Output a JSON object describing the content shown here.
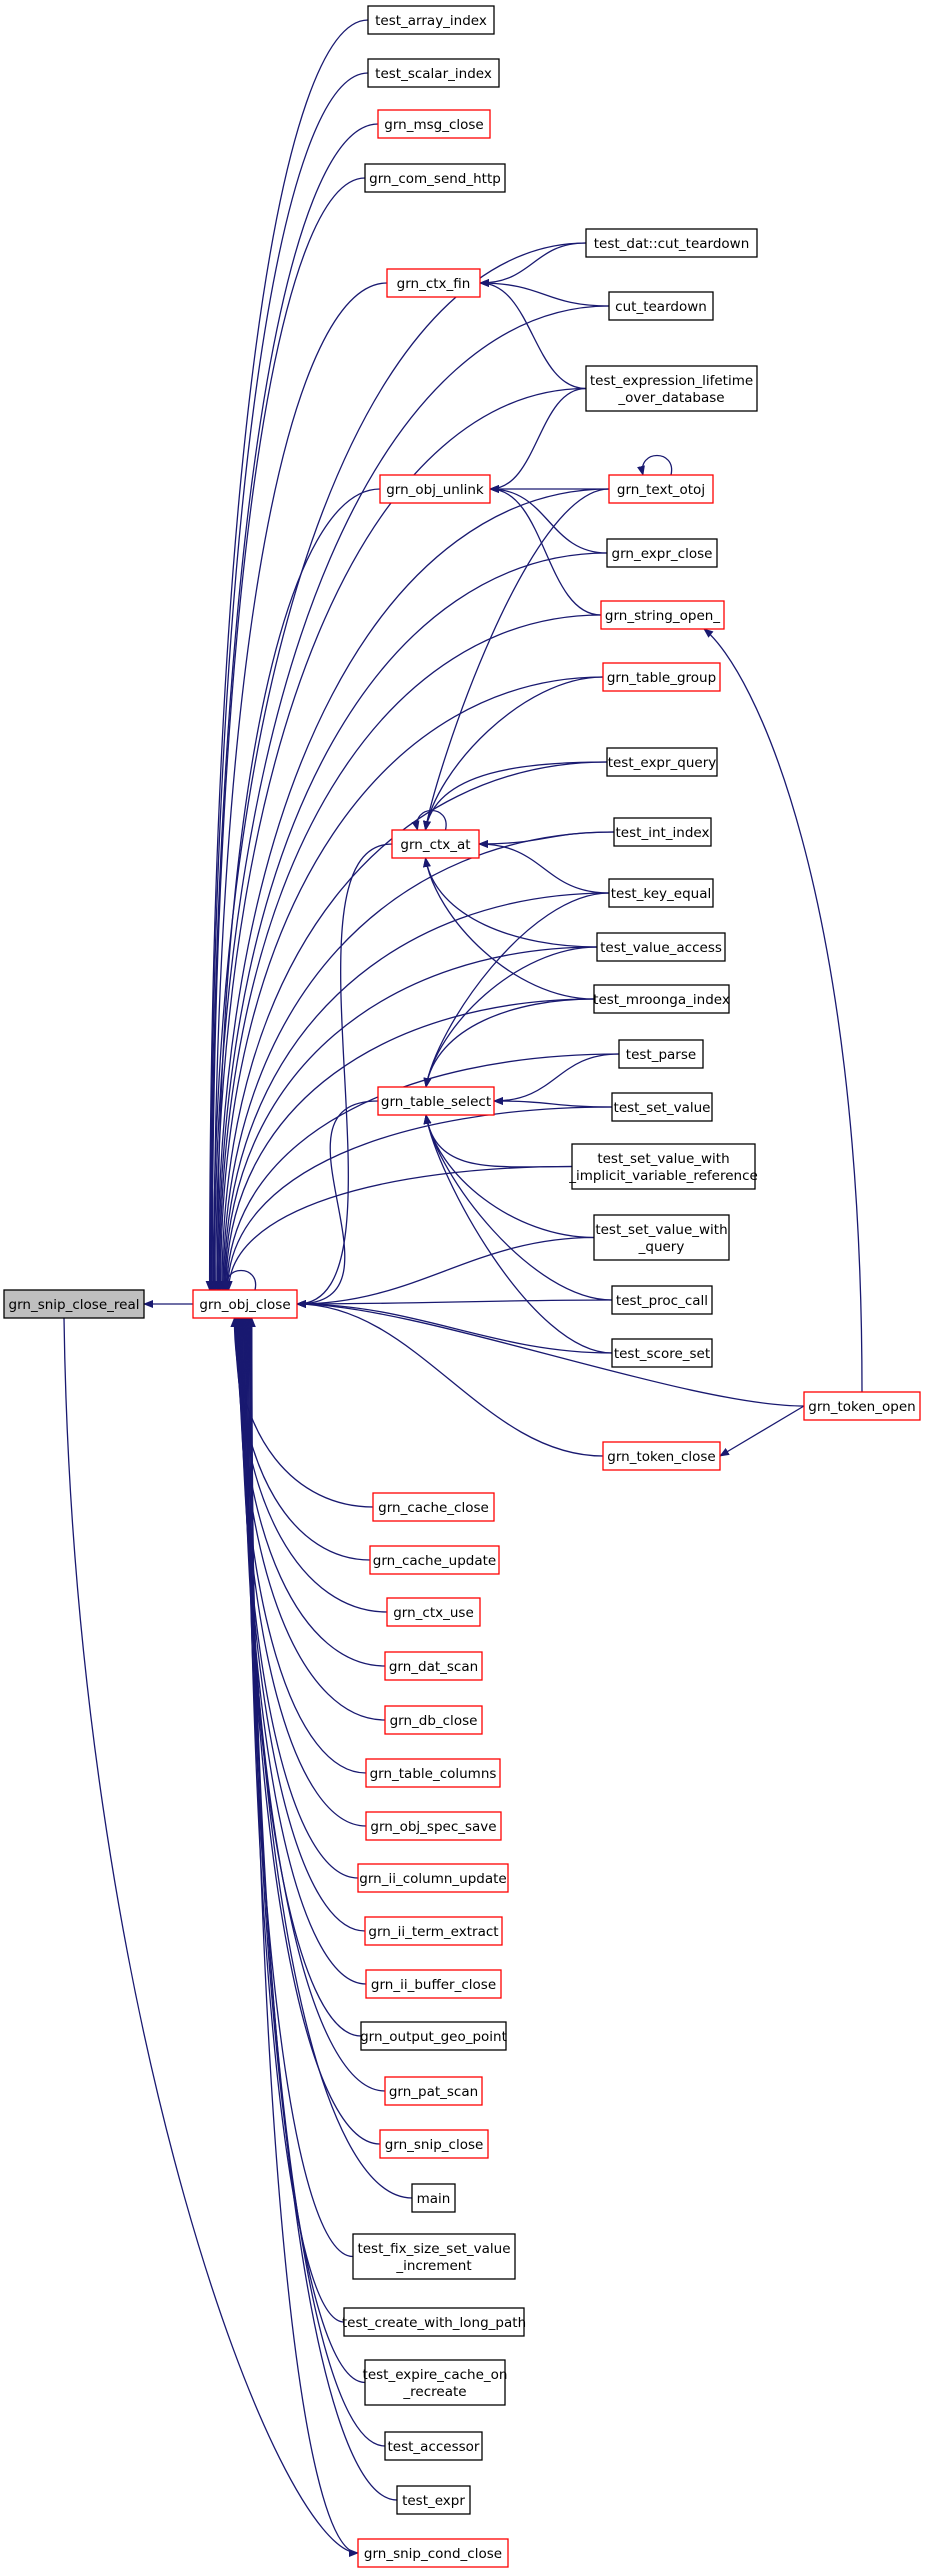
{
  "diagram": {
    "edge_color": "#191970",
    "node_border_colors": {
      "documented": "#000000",
      "linked": "#ff0000",
      "focus": "#000000"
    },
    "focus_fill": "#bfbfbf",
    "nodes": {
      "grn_snip_close_real": {
        "lines": [
          "grn_snip_close_real"
        ],
        "style": "gray"
      },
      "grn_obj_close": {
        "lines": [
          "grn_obj_close"
        ],
        "style": "red"
      },
      "test_array_index": {
        "lines": [
          "test_array_index"
        ],
        "style": "black"
      },
      "test_scalar_index": {
        "lines": [
          "test_scalar_index"
        ],
        "style": "black"
      },
      "grn_msg_close": {
        "lines": [
          "grn_msg_close"
        ],
        "style": "red"
      },
      "grn_com_send_http": {
        "lines": [
          "grn_com_send_http"
        ],
        "style": "black"
      },
      "grn_ctx_fin": {
        "lines": [
          "grn_ctx_fin"
        ],
        "style": "red"
      },
      "test_dat_cut_teardown": {
        "lines": [
          "test_dat::cut_teardown"
        ],
        "style": "black"
      },
      "cut_teardown": {
        "lines": [
          "cut_teardown"
        ],
        "style": "black"
      },
      "test_expression_lifetime": {
        "lines": [
          "test_expression_lifetime",
          "_over_database"
        ],
        "style": "black"
      },
      "grn_obj_unlink": {
        "lines": [
          "grn_obj_unlink"
        ],
        "style": "red"
      },
      "grn_text_otoj": {
        "lines": [
          "grn_text_otoj"
        ],
        "style": "red"
      },
      "grn_expr_close": {
        "lines": [
          "grn_expr_close"
        ],
        "style": "black"
      },
      "grn_string_open_": {
        "lines": [
          "grn_string_open_"
        ],
        "style": "red"
      },
      "grn_table_group": {
        "lines": [
          "grn_table_group"
        ],
        "style": "red"
      },
      "test_expr_query": {
        "lines": [
          "test_expr_query"
        ],
        "style": "black"
      },
      "grn_ctx_at": {
        "lines": [
          "grn_ctx_at"
        ],
        "style": "red"
      },
      "test_int_index": {
        "lines": [
          "test_int_index"
        ],
        "style": "black"
      },
      "test_key_equal": {
        "lines": [
          "test_key_equal"
        ],
        "style": "black"
      },
      "test_value_access": {
        "lines": [
          "test_value_access"
        ],
        "style": "black"
      },
      "test_mroonga_index": {
        "lines": [
          "test_mroonga_index"
        ],
        "style": "black"
      },
      "test_parse": {
        "lines": [
          "test_parse"
        ],
        "style": "black"
      },
      "grn_table_select": {
        "lines": [
          "grn_table_select"
        ],
        "style": "red"
      },
      "test_set_value": {
        "lines": [
          "test_set_value"
        ],
        "style": "black"
      },
      "test_set_value_with_implicit": {
        "lines": [
          "test_set_value_with",
          "_implicit_variable_reference"
        ],
        "style": "black"
      },
      "test_set_value_with_query": {
        "lines": [
          "test_set_value_with",
          "_query"
        ],
        "style": "black"
      },
      "test_proc_call": {
        "lines": [
          "test_proc_call"
        ],
        "style": "black"
      },
      "test_score_set": {
        "lines": [
          "test_score_set"
        ],
        "style": "black"
      },
      "grn_token_open": {
        "lines": [
          "grn_token_open"
        ],
        "style": "red"
      },
      "grn_token_close": {
        "lines": [
          "grn_token_close"
        ],
        "style": "red"
      },
      "grn_cache_close": {
        "lines": [
          "grn_cache_close"
        ],
        "style": "red"
      },
      "grn_cache_update": {
        "lines": [
          "grn_cache_update"
        ],
        "style": "red"
      },
      "grn_ctx_use": {
        "lines": [
          "grn_ctx_use"
        ],
        "style": "red"
      },
      "grn_dat_scan": {
        "lines": [
          "grn_dat_scan"
        ],
        "style": "red"
      },
      "grn_db_close": {
        "lines": [
          "grn_db_close"
        ],
        "style": "red"
      },
      "grn_table_columns": {
        "lines": [
          "grn_table_columns"
        ],
        "style": "red"
      },
      "grn_obj_spec_save": {
        "lines": [
          "grn_obj_spec_save"
        ],
        "style": "red"
      },
      "grn_ii_column_update": {
        "lines": [
          "grn_ii_column_update"
        ],
        "style": "red"
      },
      "grn_ii_term_extract": {
        "lines": [
          "grn_ii_term_extract"
        ],
        "style": "red"
      },
      "grn_ii_buffer_close": {
        "lines": [
          "grn_ii_buffer_close"
        ],
        "style": "red"
      },
      "grn_output_geo_point": {
        "lines": [
          "grn_output_geo_point"
        ],
        "style": "black"
      },
      "grn_pat_scan": {
        "lines": [
          "grn_pat_scan"
        ],
        "style": "red"
      },
      "grn_snip_close": {
        "lines": [
          "grn_snip_close"
        ],
        "style": "red"
      },
      "main": {
        "lines": [
          "main"
        ],
        "style": "black"
      },
      "test_fix_size_set_value": {
        "lines": [
          "test_fix_size_set_value",
          "_increment"
        ],
        "style": "black"
      },
      "test_create_with_long_path": {
        "lines": [
          "test_create_with_long_path"
        ],
        "style": "black"
      },
      "test_expire_cache_on": {
        "lines": [
          "test_expire_cache_on",
          "_recreate"
        ],
        "style": "black"
      },
      "test_accessor": {
        "lines": [
          "test_accessor"
        ],
        "style": "black"
      },
      "test_expr": {
        "lines": [
          "test_expr"
        ],
        "style": "black"
      },
      "grn_snip_cond_close": {
        "lines": [
          "grn_snip_cond_close"
        ],
        "style": "red"
      }
    }
  }
}
